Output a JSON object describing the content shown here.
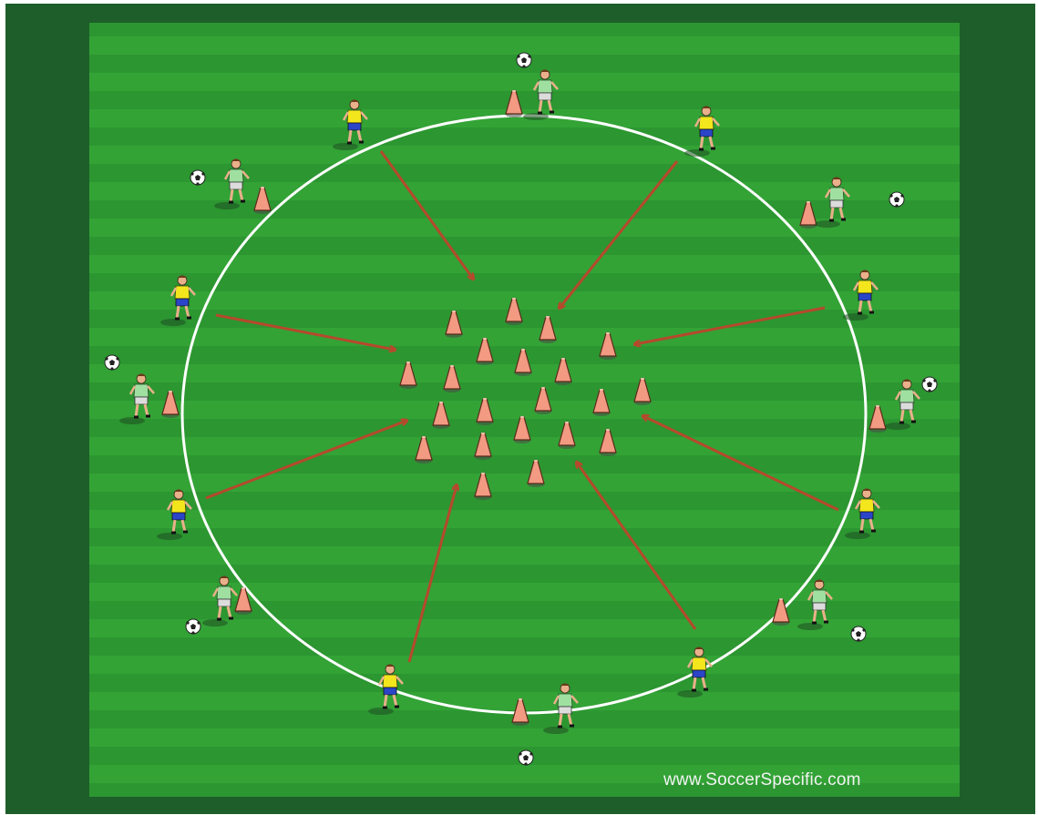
{
  "watermark": "www.SoccerSpecific.com",
  "colors": {
    "outer_border": "#1e5e2a",
    "stripe_light": "#33a336",
    "stripe_dark": "#2b9530",
    "circle_line": "#ffffff",
    "arrow": "#b5492c",
    "cone": "#f29a82",
    "team_yellow_shirt": "#f3e61c",
    "team_yellow_shorts": "#2a45c8",
    "team_green_shirt": "#9fe0a0",
    "team_green_shorts": "#d8d8d8"
  },
  "legend_semantics": {
    "yellow_team": "players dribbling toward central cone area",
    "green_team": "players with ball outside circle"
  }
}
